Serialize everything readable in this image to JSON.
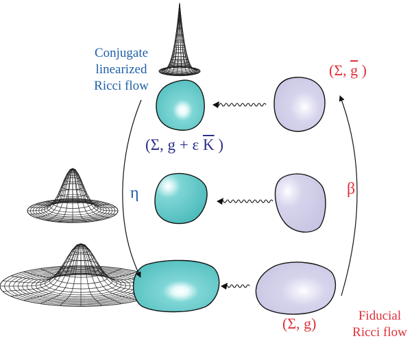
{
  "labels": {
    "conjugate": [
      "Conjugate",
      "linearized",
      "Ricci flow"
    ],
    "fiducial": [
      "Fiducial",
      "Ricci flow"
    ],
    "eta": "η",
    "beta": "β",
    "sigma_gbar_open": "(Σ, ",
    "sigma_gbar_g": "g",
    "sigma_gbar_close": " )",
    "sigma_g_eps_open": "(Σ, g + ε ",
    "sigma_g_eps_K": "K",
    "sigma_g_eps_close": " )",
    "sigma_g": "(Σ, g)"
  },
  "colors": {
    "teal_fill": "#5ec8c8",
    "lavender_fill": "#d4d2ea",
    "outline": "#111111",
    "blue_text": "#1f5fa8",
    "navy_text": "#2b2f8a",
    "red_text": "#e0303a",
    "mesh": "#222222"
  }
}
